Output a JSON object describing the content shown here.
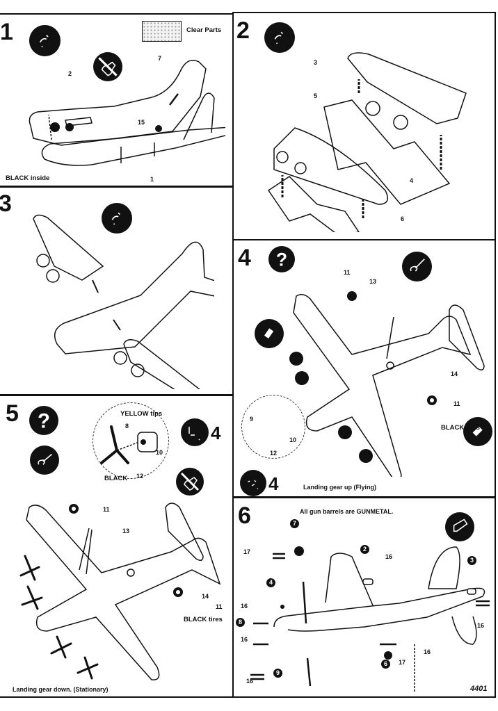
{
  "sheet": {
    "model_code": "4401",
    "colors": {
      "ink": "#111111",
      "paper": "#ffffff"
    }
  },
  "steps": [
    {
      "number": "1",
      "icons": [
        "cement-icon",
        "no-cement-icon"
      ],
      "clear_parts_label": "Clear Parts",
      "part_labels": [
        "7",
        "2",
        "15",
        "1"
      ],
      "note": "BLACK inside"
    },
    {
      "number": "2",
      "icons": [
        "cement-icon"
      ],
      "part_labels": [
        "3",
        "5",
        "4",
        "6"
      ]
    },
    {
      "number": "3",
      "icons": [
        "cement-icon"
      ]
    },
    {
      "number": "4",
      "icons": [
        "paint-question-icon",
        "cement-icon",
        "paint-brush-icon",
        "paint-brush-icon",
        "cement-icon"
      ],
      "part_labels": [
        "11",
        "13",
        "14",
        "11",
        "9",
        "10",
        "12"
      ],
      "multiplier": "4",
      "tires_note": "BLACK tires",
      "caption": "Landing gear up (Flying)"
    },
    {
      "number": "5",
      "icons": [
        "paint-question-icon",
        "cement-icon",
        "cement-icon",
        "no-cement-icon"
      ],
      "detail_labels": {
        "tips": "YELLOW tips",
        "prop": "BLACK",
        "part_8": "8",
        "part_10": "10",
        "part_12": "12"
      },
      "multiplier": "4",
      "part_labels": [
        "11",
        "13",
        "14",
        "11"
      ],
      "tires_note": "BLACK tires",
      "caption": "Landing gear down. (Stationary)"
    },
    {
      "number": "6",
      "note": "All gun barrels are GUNMETAL.",
      "icons": [
        "cement-icon"
      ],
      "part_labels": [
        "17",
        "16",
        "16",
        "16",
        "16",
        "16",
        "17",
        "16"
      ],
      "markers": [
        "7",
        "2",
        "3",
        "4",
        "8",
        "9",
        "6"
      ]
    }
  ]
}
